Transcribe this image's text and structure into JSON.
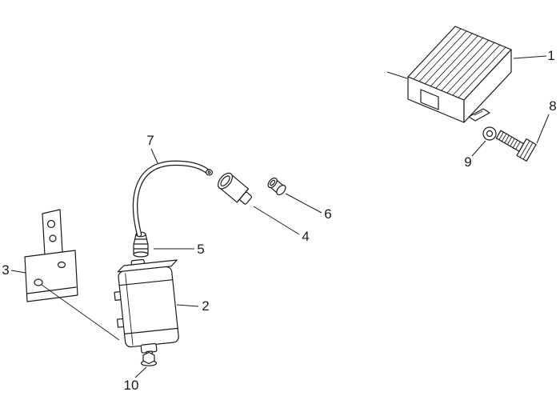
{
  "page": {
    "background": "#ffffff"
  },
  "diagram": {
    "line_color": "#1a1a1a",
    "labels": [
      "1",
      "2",
      "3",
      "4",
      "5",
      "6",
      "7",
      "8",
      "9",
      "10"
    ]
  }
}
